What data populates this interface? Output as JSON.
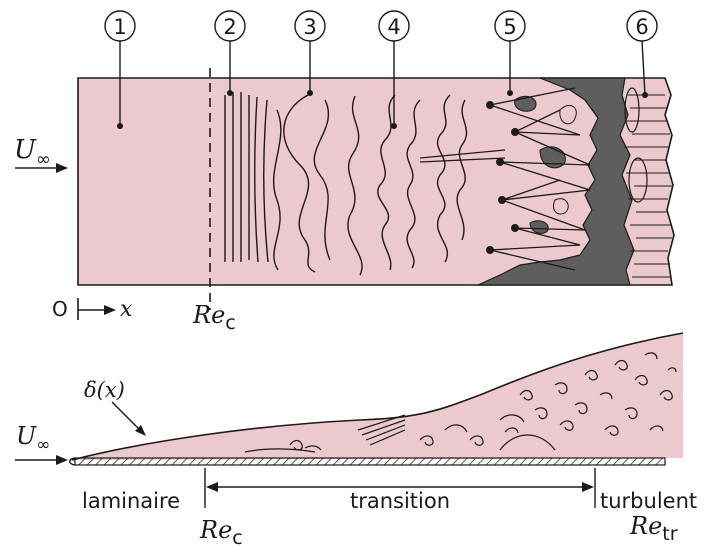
{
  "stage_markers": [
    "1",
    "2",
    "3",
    "4",
    "5",
    "6"
  ],
  "top": {
    "free_stream_velocity": {
      "base": "U",
      "subscript": "∞"
    },
    "origin_label": "O",
    "x_axis_label": "x",
    "critical_reynolds": {
      "base": "Re",
      "subscript": "c"
    }
  },
  "bottom": {
    "free_stream_velocity": {
      "base": "U",
      "subscript": "∞"
    },
    "boundary_layer_thickness": "δ(x)",
    "regimes": {
      "laminar": "laminaire",
      "transition": "transition",
      "turbulent": "turbulent"
    },
    "critical_reynolds": {
      "base": "Re",
      "subscript": "c"
    },
    "transition_reynolds": {
      "base": "Re",
      "subscript": "tr"
    }
  },
  "colors": {
    "flow_fill": "#ecc9cf",
    "turbulent_spot": "#5e5e5e",
    "ink": "#1a1a1a"
  }
}
